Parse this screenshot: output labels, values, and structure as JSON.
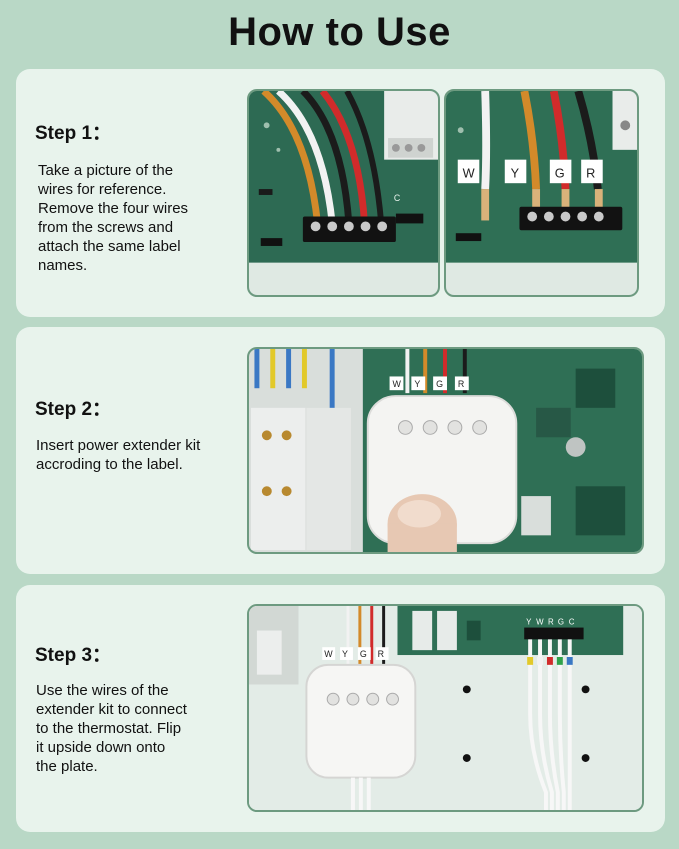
{
  "title": "How to Use",
  "steps": [
    {
      "title": "Step 1：",
      "description_lines": [
        "Take a picture of the",
        "wires for reference.",
        "Remove the four wires",
        "from the screws and",
        "attach the same label",
        "names."
      ],
      "labels": [
        "W",
        "Y",
        "G",
        "R"
      ],
      "terminal_c": "C"
    },
    {
      "title": "Step 2：",
      "description_lines": [
        "Insert power extender kit",
        "accroding to the label."
      ],
      "labels": [
        "W",
        "Y",
        "G",
        "R"
      ]
    },
    {
      "title": "Step 3：",
      "description_lines": [
        "Use the wires of the",
        "extender kit to connect",
        "to the thermostat. Flip",
        "it upside down onto",
        "the plate."
      ],
      "labels": [
        "W",
        "Y",
        "G",
        "R"
      ],
      "terminal_labels": [
        "Y",
        "W",
        "R",
        "G",
        "C"
      ]
    }
  ],
  "colors": {
    "background": "#b9d8c6",
    "card": "#e8f3ec",
    "board": "#2f6f55",
    "wire_orange": "#d38a2a",
    "wire_red": "#d12b2b",
    "wire_white": "#f2f2f2",
    "wire_black": "#1b1b1b"
  }
}
